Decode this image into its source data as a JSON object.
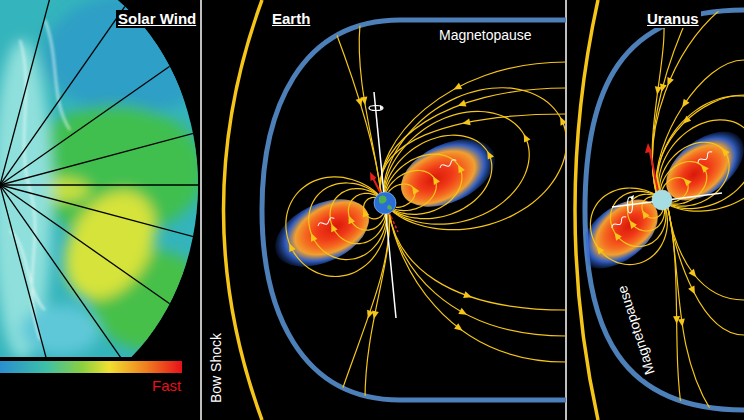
{
  "diagram": {
    "labels": [
      "Solar Wind",
      "Earth",
      "Magnetopause",
      "Bow Shock",
      "Uranus",
      "Magnetopause",
      "Fast"
    ]
  }
}
